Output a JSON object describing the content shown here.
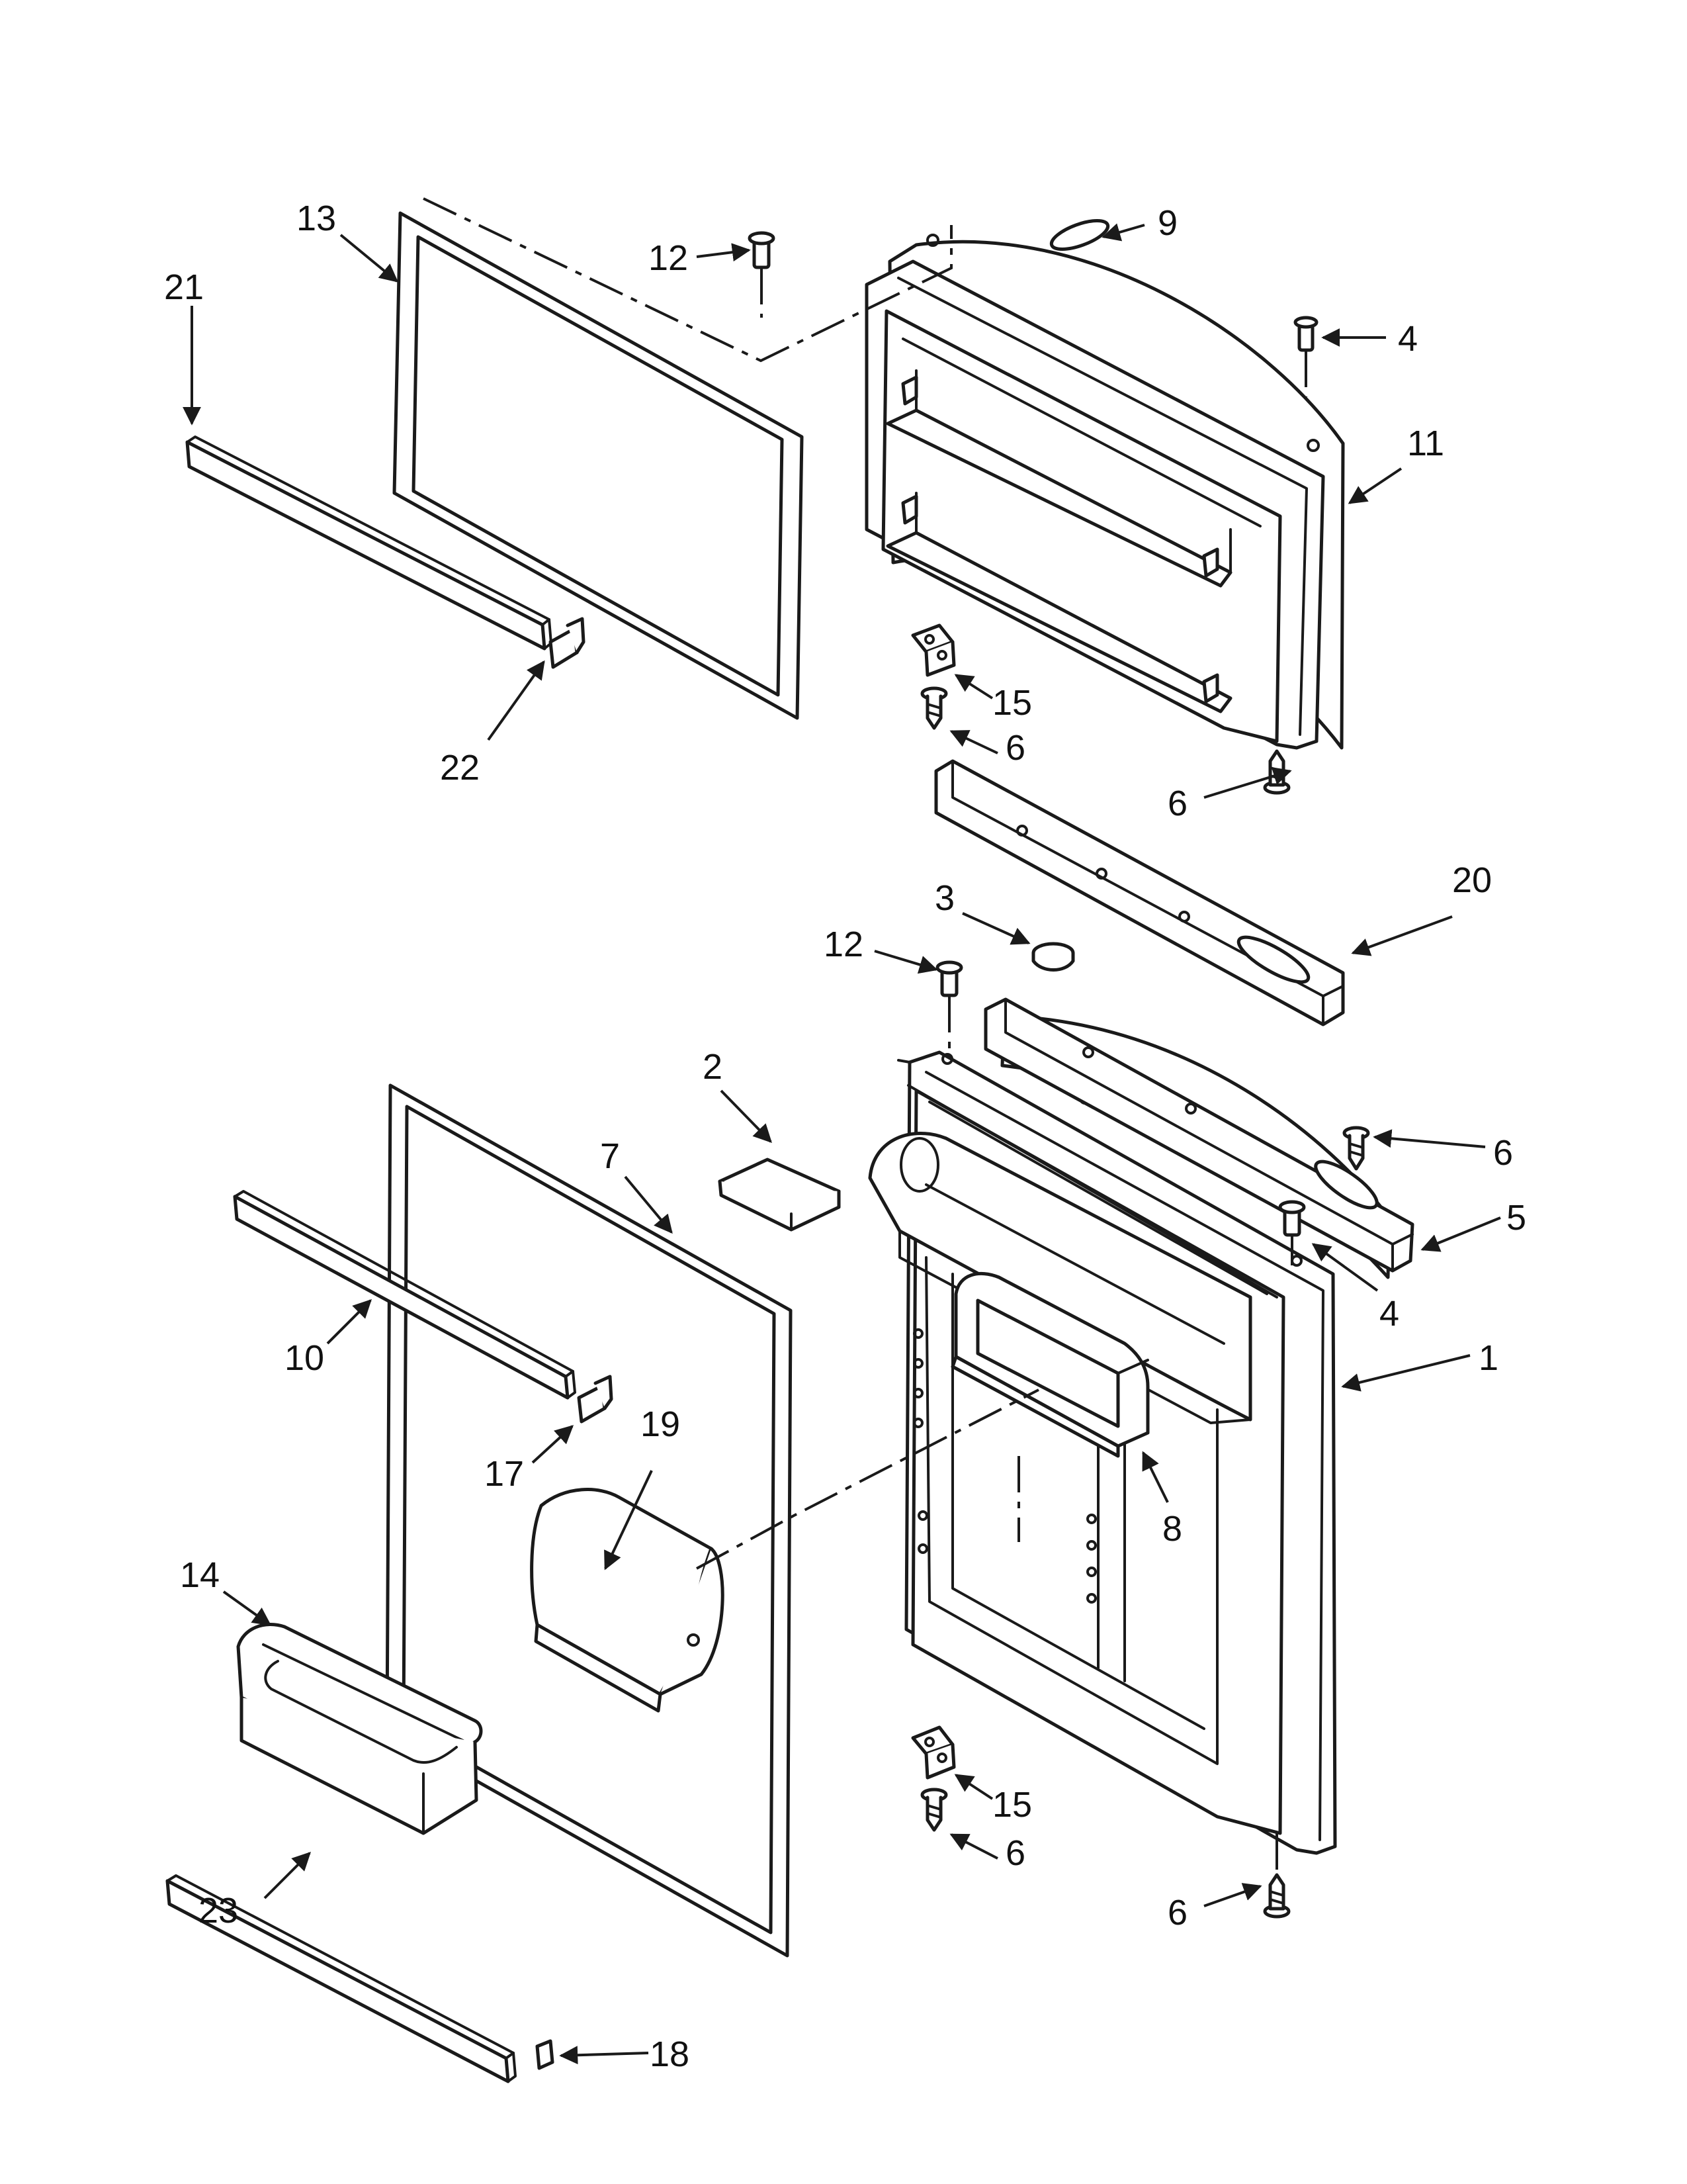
{
  "callouts": {
    "c1": "1",
    "c2": "2",
    "c3": "3",
    "c4a": "4",
    "c4b": "4",
    "c5": "5",
    "c6a": "6",
    "c6b": "6",
    "c6c": "6",
    "c6d": "6",
    "c6e": "6",
    "c7": "7",
    "c8": "8",
    "c9": "9",
    "c10": "10",
    "c11": "11",
    "c12a": "12",
    "c12b": "12",
    "c13": "13",
    "c14": "14",
    "c15a": "15",
    "c15b": "15",
    "c17": "17",
    "c18": "18",
    "c19": "19",
    "c20": "20",
    "c21": "21",
    "c22": "22",
    "c23": "23"
  }
}
